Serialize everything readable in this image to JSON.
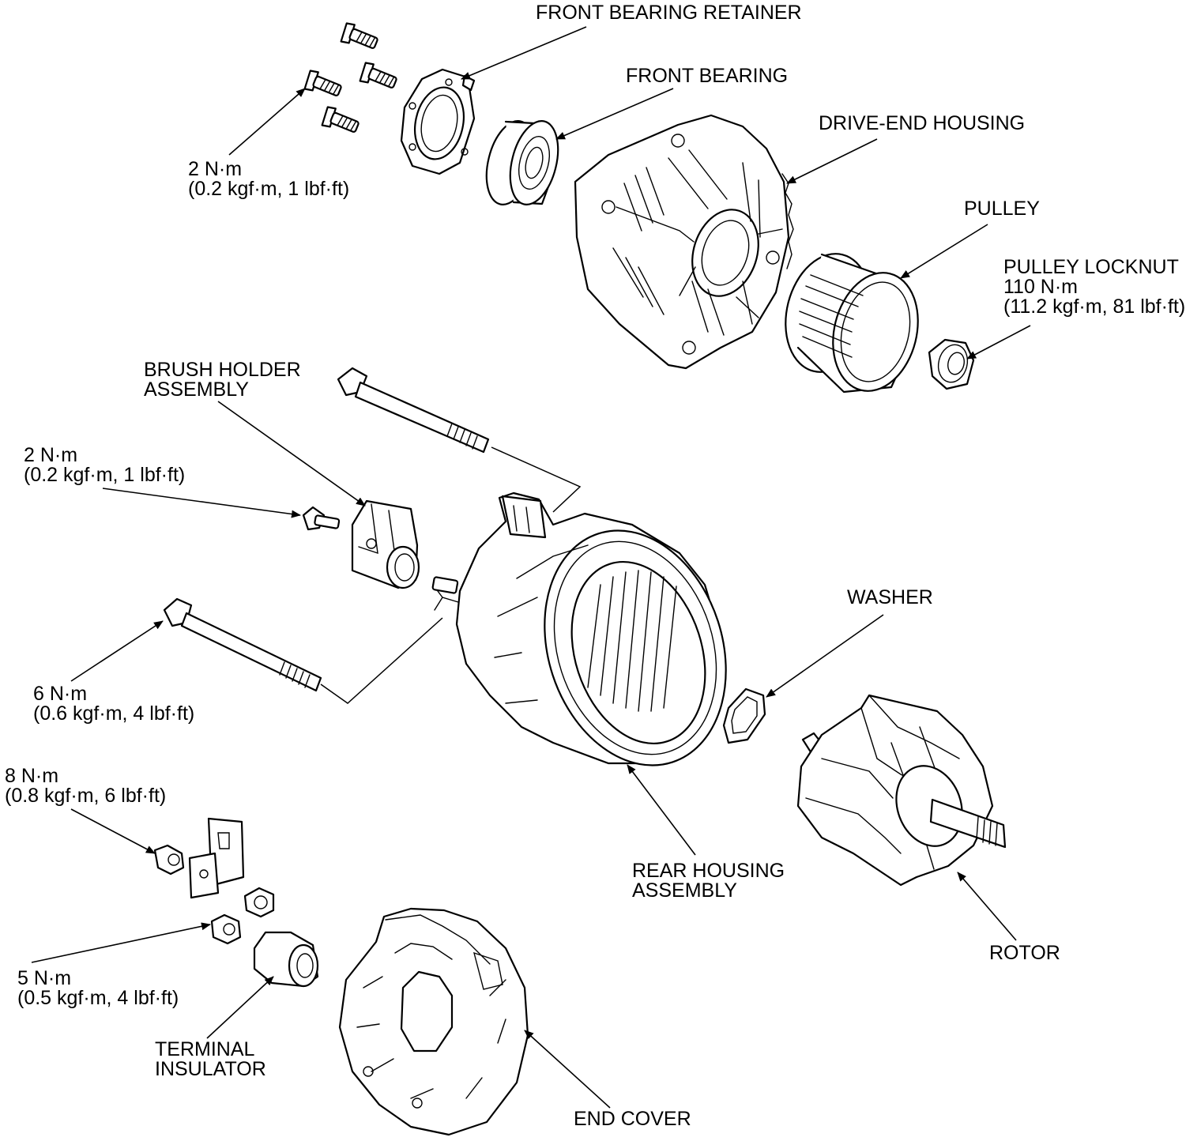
{
  "labels": {
    "front_bearing_retainer": "FRONT BEARING RETAINER",
    "front_bearing": "FRONT BEARING",
    "drive_end_housing": "DRIVE-END HOUSING",
    "pulley": "PULLEY",
    "pulley_locknut": {
      "name": "PULLEY LOCKNUT",
      "torque": "110 N·m",
      "torque_alt": "(11.2 kgf·m, 81 lbf·ft)"
    },
    "retainer_bolts": {
      "torque": "2 N·m",
      "torque_alt": "(0.2 kgf·m, 1 lbf·ft)"
    },
    "brush_holder": {
      "line1": "BRUSH HOLDER",
      "line2": "ASSEMBLY"
    },
    "brush_holder_screw": {
      "torque": "2 N·m",
      "torque_alt": "(0.2 kgf·m, 1 lbf·ft)"
    },
    "through_bolts": {
      "torque": "6 N·m",
      "torque_alt": "(0.6 kgf·m, 4 lbf·ft)"
    },
    "terminal_nut_8": {
      "torque": "8 N·m",
      "torque_alt": "(0.8 kgf·m, 6 lbf·ft)"
    },
    "terminal_nut_5": {
      "torque": "5 N·m",
      "torque_alt": "(0.5 kgf·m, 4 lbf·ft)"
    },
    "terminal_insulator": {
      "line1": "TERMINAL",
      "line2": "INSULATOR"
    },
    "washer": "WASHER",
    "rear_housing": {
      "line1": "REAR HOUSING",
      "line2": "ASSEMBLY"
    },
    "rotor": "ROTOR",
    "end_cover": "END COVER"
  }
}
